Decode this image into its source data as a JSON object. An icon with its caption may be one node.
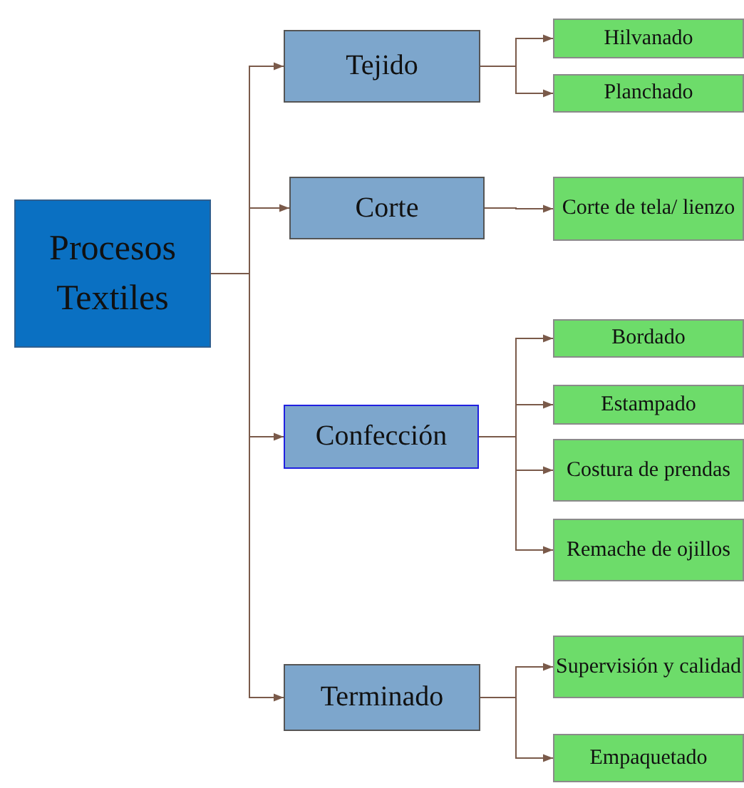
{
  "diagram": {
    "nodes": [
      {
        "text": [
          "Procesos Textiles"
        ]
      },
      {
        "text": [
          "Tejido"
        ]
      },
      {
        "text": [
          "Corte"
        ]
      },
      {
        "text": [
          "Confección"
        ]
      },
      {
        "text": [
          "Terminado"
        ]
      },
      {
        "text": [
          "Hilvanado"
        ]
      },
      {
        "text": [
          "Planchado"
        ]
      },
      {
        "text": [
          "Corte de tela/ lienzo"
        ]
      },
      {
        "text": [
          "Bordado"
        ]
      },
      {
        "text": [
          "Estampado"
        ]
      },
      {
        "text": [
          "Costura de prendas"
        ]
      },
      {
        "text": [
          "Remache de ojillos"
        ]
      },
      {
        "text": [
          "Supervisión y calidad"
        ]
      },
      {
        "text": [
          "Empaquetado"
        ]
      }
    ],
    "edges": [
      {
        "from": 0,
        "to": 1,
        "arrow": "to"
      },
      {
        "from": 0,
        "to": 2,
        "arrow": "to"
      },
      {
        "from": 0,
        "to": 3,
        "arrow": "to"
      },
      {
        "from": 0,
        "to": 4,
        "arrow": "to"
      },
      {
        "from": 1,
        "to": 5,
        "arrow": "to"
      },
      {
        "from": 1,
        "to": 6,
        "arrow": "to"
      },
      {
        "from": 2,
        "to": 7,
        "arrow": "to"
      },
      {
        "from": 3,
        "to": 8,
        "arrow": "to"
      },
      {
        "from": 3,
        "to": 9,
        "arrow": "to"
      },
      {
        "from": 3,
        "to": 10,
        "arrow": "to"
      },
      {
        "from": 3,
        "to": 11,
        "arrow": "to"
      },
      {
        "from": 4,
        "to": 12,
        "arrow": "to"
      },
      {
        "from": 4,
        "to": 13,
        "arrow": "to"
      }
    ]
  }
}
